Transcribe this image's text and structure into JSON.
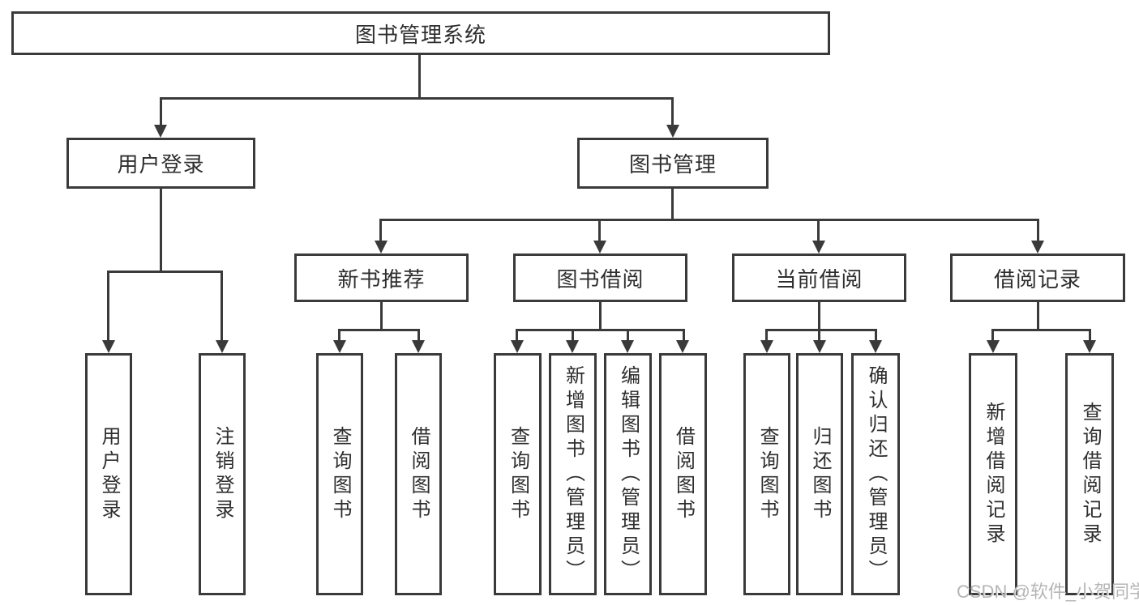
{
  "tree": {
    "root": {
      "label": "图书管理系统"
    },
    "user_login": {
      "label": "用户登录",
      "children": [
        {
          "label": "用户登录"
        },
        {
          "label": "注销登录"
        }
      ]
    },
    "book_mgmt": {
      "label": "图书管理",
      "groups": [
        {
          "label": "新书推荐",
          "children": [
            {
              "label": "查询图书"
            },
            {
              "label": "借阅图书"
            }
          ]
        },
        {
          "label": "图书借阅",
          "children": [
            {
              "label": "查询图书"
            },
            {
              "label": "新增图书（管理员）"
            },
            {
              "label": "编辑图书（管理员）"
            },
            {
              "label": "借阅图书"
            }
          ]
        },
        {
          "label": "当前借阅",
          "children": [
            {
              "label": "查询图书"
            },
            {
              "label": "归还图书"
            },
            {
              "label": "确认归还（管理员）"
            }
          ]
        },
        {
          "label": "借阅记录",
          "children": [
            {
              "label": "新增借阅记录"
            },
            {
              "label": "查询借阅记录"
            }
          ]
        }
      ]
    }
  },
  "watermark": "CSDN @软件_小贺同学",
  "colors": {
    "line": "#3a3a3a",
    "text": "#2e2e2e",
    "watermark": "#b5b5b5",
    "background": "#ffffff"
  }
}
